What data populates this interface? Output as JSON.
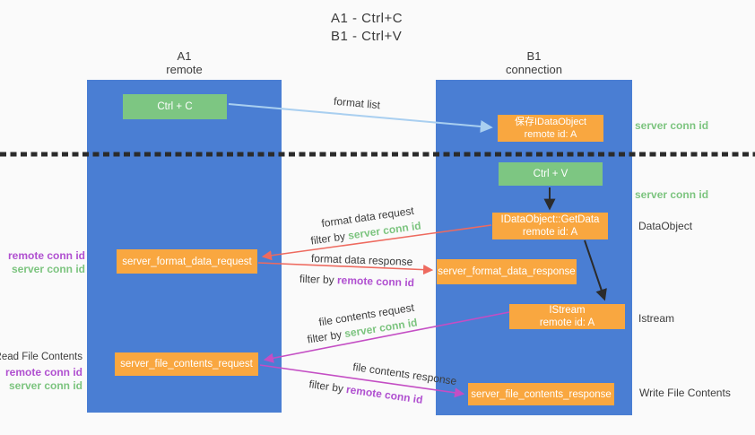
{
  "title": {
    "line1": "A1 - Ctrl+C",
    "line2": "B1 - Ctrl+V"
  },
  "lanes": {
    "a1": {
      "name": "A1",
      "role": "remote"
    },
    "b1": {
      "name": "B1",
      "role": "connection"
    }
  },
  "boxes": {
    "ctrl_c": {
      "label": "Ctrl + C"
    },
    "save_dataobject": {
      "line1": "保存IDataObject",
      "line2": "remote id: A"
    },
    "ctrl_v": {
      "label": "Ctrl + V"
    },
    "getdata": {
      "line1": "IDataObject::GetData",
      "line2": "remote id: A"
    },
    "istream": {
      "line1": "IStream",
      "line2": "remote id: A"
    },
    "format_request": {
      "label": "server_format_data_request"
    },
    "format_response": {
      "label": "server_format_data_response"
    },
    "file_request": {
      "label": "server_file_contents_request"
    },
    "file_response": {
      "label": "server_file_contents_response"
    }
  },
  "arrows": {
    "format_list": {
      "label": "format list"
    },
    "format_data_request": {
      "label": "format data request",
      "filter_prefix": "filter by ",
      "filter_key": "server conn id"
    },
    "format_data_response": {
      "label": "format data response",
      "filter_prefix": "filter by ",
      "filter_key": "remote conn id"
    },
    "file_contents_request": {
      "label": "file contents request",
      "filter_prefix": "filter by ",
      "filter_key": "server conn id"
    },
    "file_contents_response": {
      "label": "file contents response",
      "filter_prefix": "filter by ",
      "filter_key": "remote conn id"
    }
  },
  "side_labels": {
    "right_server_conn_top": "server conn id",
    "right_server_conn_mid": "server conn id",
    "right_dataobject": "DataObject",
    "right_istream": "Istream",
    "right_write_file_contents": "Write File Contents",
    "left_remote_conn_top": "remote conn id",
    "left_server_conn_top": "server conn id",
    "left_read_file_contents": "Read File Contents",
    "left_remote_conn_bottom": "remote conn id",
    "left_server_conn_bottom": "server conn id"
  },
  "colors": {
    "background": "#fafafa",
    "lane_blue": "#4a7ed3",
    "box_green": "#7dc682",
    "box_orange": "#f9a740",
    "arrow_lightblue": "#a9cff0",
    "arrow_red": "#ee6a5f",
    "arrow_magenta": "#c44ec4",
    "arrow_black": "#2b2b2b",
    "text_green": "#7cc47f",
    "text_purple": "#b050d0",
    "text_dark": "#3c3c3c"
  }
}
